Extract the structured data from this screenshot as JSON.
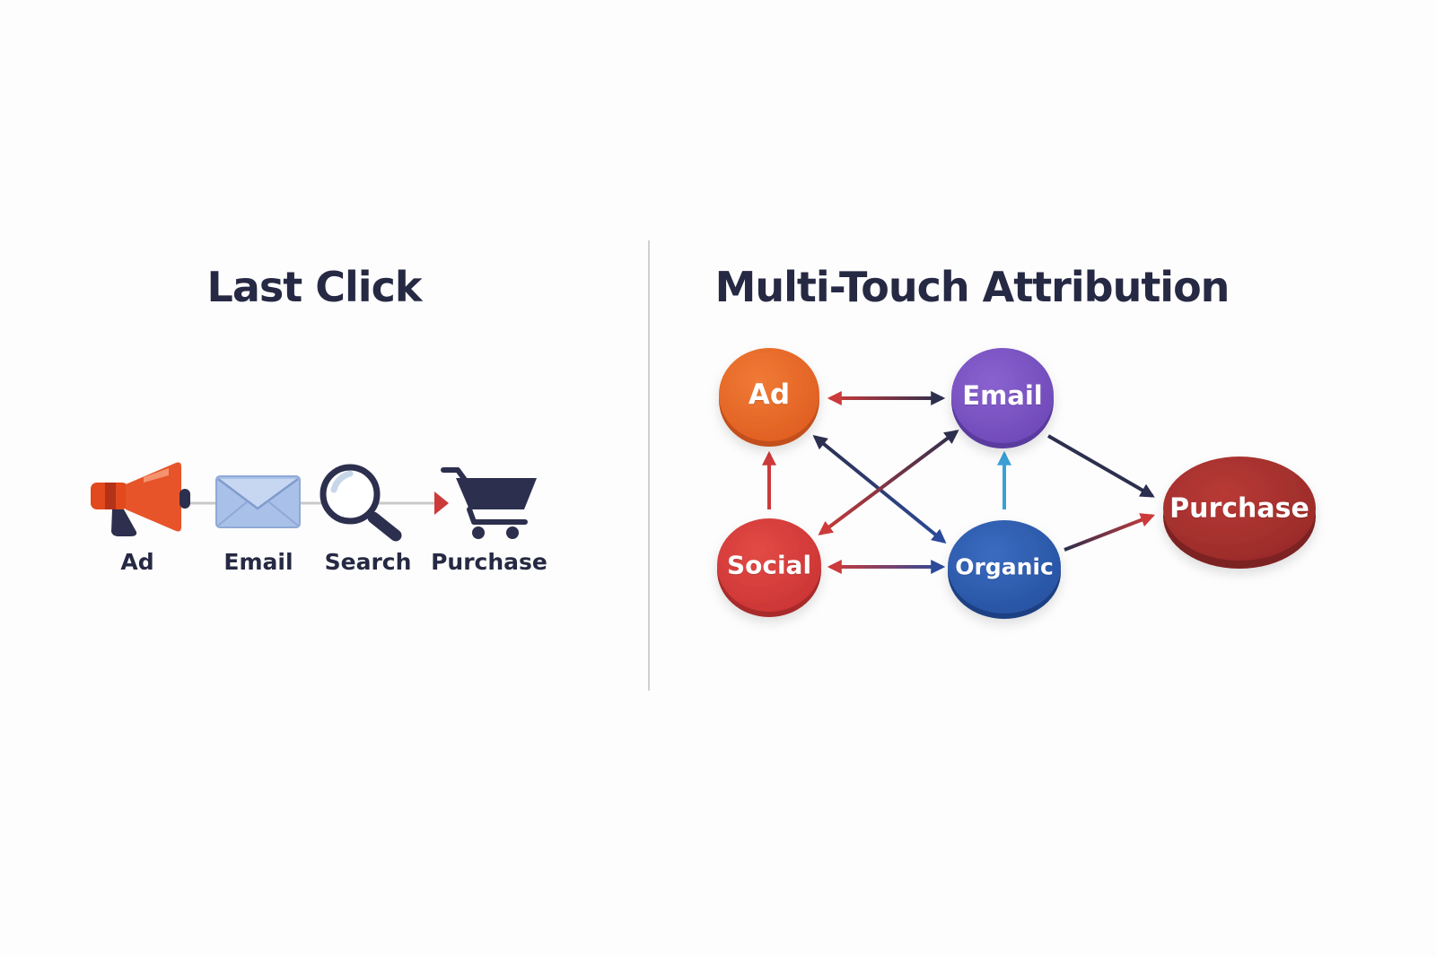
{
  "left_panel": {
    "title": "Last Click",
    "steps": [
      {
        "label": "Ad",
        "icon": "megaphone-icon"
      },
      {
        "label": "Email",
        "icon": "envelope-icon"
      },
      {
        "label": "Search",
        "icon": "magnifier-icon"
      },
      {
        "label": "Purchase",
        "icon": "shopping-cart-icon"
      }
    ]
  },
  "right_panel": {
    "title": "Multi-Touch Attribution",
    "nodes": {
      "ad": {
        "label": "Ad",
        "color": "#e8682a"
      },
      "email": {
        "label": "Email",
        "color": "#7c55c4"
      },
      "social": {
        "label": "Social",
        "color": "#d83c3c"
      },
      "organic": {
        "label": "Organic",
        "color": "#2f5fb0"
      },
      "purchase": {
        "label": "Purchase",
        "color": "#a8312f"
      }
    }
  },
  "colors": {
    "text": "#262943",
    "navy": "#2d2f4e",
    "red": "#cc3a3a",
    "blue": "#2c4a9a",
    "light_blue": "#3aa0d8",
    "divider": "#d0d0d0"
  }
}
